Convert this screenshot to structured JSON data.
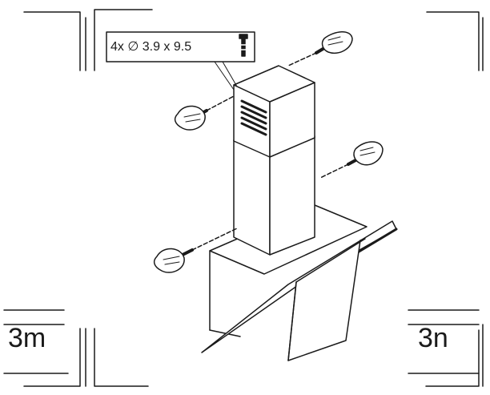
{
  "steps": {
    "left": "3m",
    "right": "3n"
  },
  "callout": {
    "screw_spec": "4x ∅ 3.9 x 9.5"
  },
  "icons": [
    "screwdriver-icon",
    "screw-icon",
    "hand-icon"
  ],
  "colors": {
    "line": "#1a1a1a",
    "background": "#ffffff"
  }
}
